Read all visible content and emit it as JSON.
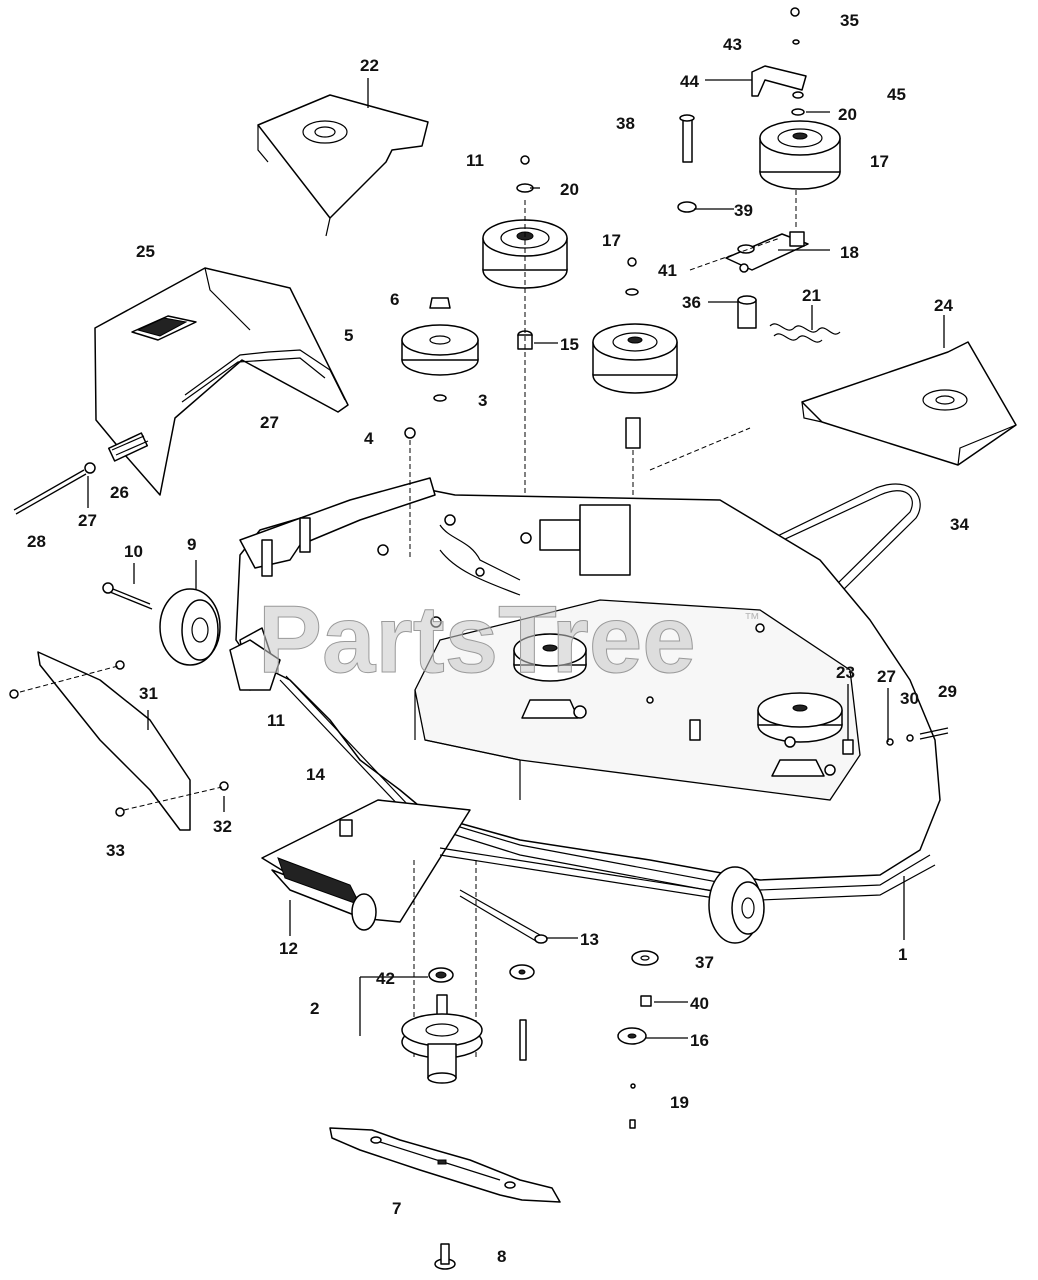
{
  "watermark": {
    "text": "PartsTree",
    "trademark": "™"
  },
  "callouts": [
    {
      "id": "c1",
      "label": "1"
    },
    {
      "id": "c2",
      "label": "2"
    },
    {
      "id": "c3",
      "label": "3"
    },
    {
      "id": "c4",
      "label": "4"
    },
    {
      "id": "c5",
      "label": "5"
    },
    {
      "id": "c6",
      "label": "6"
    },
    {
      "id": "c7",
      "label": "7"
    },
    {
      "id": "c8",
      "label": "8"
    },
    {
      "id": "c9",
      "label": "9"
    },
    {
      "id": "c10",
      "label": "10"
    },
    {
      "id": "c11a",
      "label": "11"
    },
    {
      "id": "c11b",
      "label": "11"
    },
    {
      "id": "c12",
      "label": "12"
    },
    {
      "id": "c13",
      "label": "13"
    },
    {
      "id": "c14",
      "label": "14"
    },
    {
      "id": "c15",
      "label": "15"
    },
    {
      "id": "c16",
      "label": "16"
    },
    {
      "id": "c17a",
      "label": "17"
    },
    {
      "id": "c17b",
      "label": "17"
    },
    {
      "id": "c18",
      "label": "18"
    },
    {
      "id": "c19",
      "label": "19"
    },
    {
      "id": "c20a",
      "label": "20"
    },
    {
      "id": "c20b",
      "label": "20"
    },
    {
      "id": "c21",
      "label": "21"
    },
    {
      "id": "c22",
      "label": "22"
    },
    {
      "id": "c23",
      "label": "23"
    },
    {
      "id": "c24",
      "label": "24"
    },
    {
      "id": "c25",
      "label": "25"
    },
    {
      "id": "c26",
      "label": "26"
    },
    {
      "id": "c27a",
      "label": "27"
    },
    {
      "id": "c27b",
      "label": "27"
    },
    {
      "id": "c27c",
      "label": "27"
    },
    {
      "id": "c28",
      "label": "28"
    },
    {
      "id": "c29",
      "label": "29"
    },
    {
      "id": "c30",
      "label": "30"
    },
    {
      "id": "c31",
      "label": "31"
    },
    {
      "id": "c32",
      "label": "32"
    },
    {
      "id": "c33",
      "label": "33"
    },
    {
      "id": "c34",
      "label": "34"
    },
    {
      "id": "c35",
      "label": "35"
    },
    {
      "id": "c36",
      "label": "36"
    },
    {
      "id": "c37",
      "label": "37"
    },
    {
      "id": "c38",
      "label": "38"
    },
    {
      "id": "c39",
      "label": "39"
    },
    {
      "id": "c40",
      "label": "40"
    },
    {
      "id": "c41",
      "label": "41"
    },
    {
      "id": "c42",
      "label": "42"
    },
    {
      "id": "c43",
      "label": "43"
    },
    {
      "id": "c44",
      "label": "44"
    },
    {
      "id": "c45",
      "label": "45"
    }
  ]
}
